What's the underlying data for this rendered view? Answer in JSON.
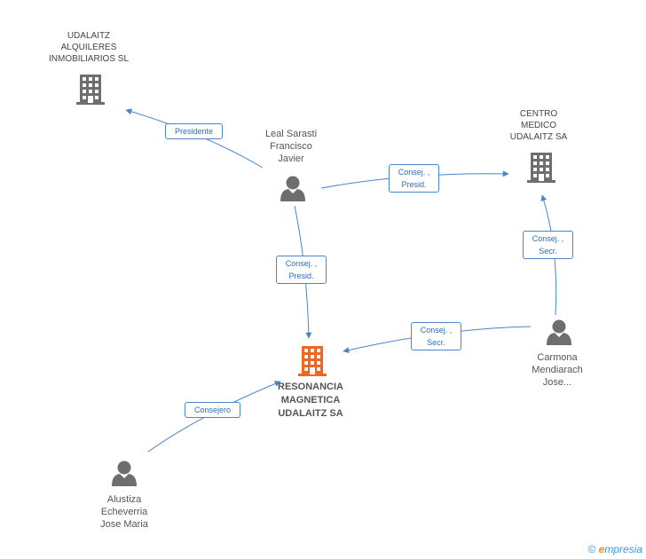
{
  "nodes": {
    "udalaitz_alquileres": {
      "lines": [
        "UDALAITZ",
        "ALQUILERES",
        "INMOBILIARIOS SL"
      ],
      "icon": "building-icon",
      "kind": "company"
    },
    "centro_medico": {
      "lines": [
        "CENTRO",
        "MEDICO",
        "UDALAITZ SA"
      ],
      "icon": "building-icon",
      "kind": "company"
    },
    "resonancia": {
      "lines": [
        "RESONANCIA",
        "MAGNETICA",
        "UDALAITZ SA"
      ],
      "icon": "building-icon",
      "kind": "main-company"
    },
    "leal_sarasti": {
      "lines": [
        "Leal Sarasti",
        "Francisco",
        "Javier"
      ],
      "icon": "person-icon",
      "kind": "person"
    },
    "carmona": {
      "lines": [
        "Carmona",
        "Mendiarach",
        "Jose..."
      ],
      "icon": "person-icon",
      "kind": "person"
    },
    "alustiza": {
      "lines": [
        "Alustiza",
        "Echeverria",
        "Jose Maria"
      ],
      "icon": "person-icon",
      "kind": "person"
    }
  },
  "edges": {
    "presidente": {
      "lines": [
        "Presidente"
      ]
    },
    "leal_centro": {
      "lines": [
        "Consej. ,",
        "Presid."
      ]
    },
    "leal_resonancia": {
      "lines": [
        "Consej. ,",
        "Presid."
      ]
    },
    "carmona_centro": {
      "lines": [
        "Consej. ,",
        "Secr."
      ]
    },
    "carmona_resonancia": {
      "lines": [
        "Consej. ,",
        "Secr."
      ]
    },
    "consejero": {
      "lines": [
        "Consejero"
      ]
    }
  },
  "colors": {
    "edge": "#4a86c8",
    "company_icon": "#6e6e6e",
    "main_company_icon": "#f26522",
    "person_icon": "#6e6e6e"
  },
  "footer": {
    "copyright": "©",
    "brand_initial": "e",
    "brand_rest": "mpresia"
  }
}
